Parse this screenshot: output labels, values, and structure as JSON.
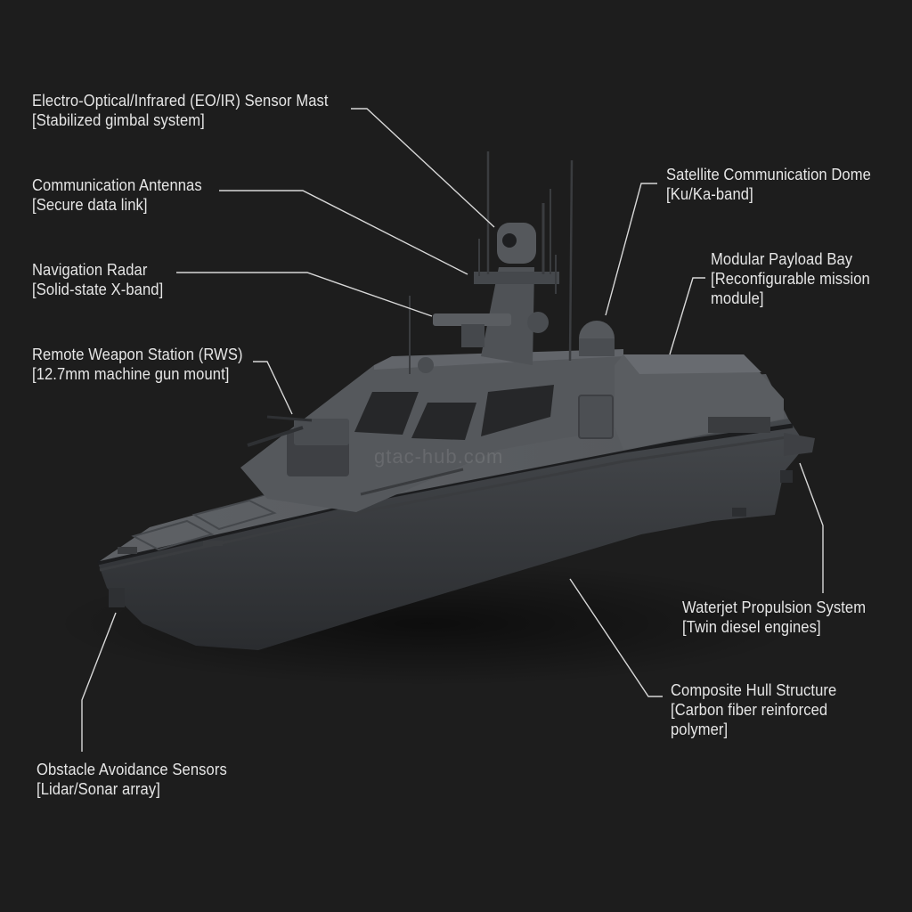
{
  "colors": {
    "background": "#1d1d1d",
    "hull": "#4b4e52",
    "hull_dark": "#2f3134",
    "deck": "#5b5e62",
    "text": "#e6e6e6",
    "leader": "#d8d8d8"
  },
  "callouts": [
    {
      "id": "eoir",
      "title": "Electro-Optical/Infrared (EO/IR) Sensor Mast",
      "detail": "[Stabilized gimbal system]"
    },
    {
      "id": "antennas",
      "title": "Communication Antennas",
      "detail": "[Secure data link]"
    },
    {
      "id": "radar",
      "title": "Navigation Radar",
      "detail": "[Solid-state X-band]"
    },
    {
      "id": "rws",
      "title": "Remote Weapon Station (RWS)",
      "detail": "[12.7mm machine gun mount]"
    },
    {
      "id": "satcom",
      "title": "Satellite Communication Dome",
      "detail": "[Ku/Ka-band]"
    },
    {
      "id": "payload",
      "title": "Modular Payload Bay",
      "detail": "[Reconfigurable mission",
      "detail2": "module]"
    },
    {
      "id": "waterjet",
      "title": "Waterjet Propulsion System",
      "detail": "[Twin diesel engines]"
    },
    {
      "id": "hull",
      "title": "Composite Hull Structure",
      "detail": "[Carbon fiber reinforced",
      "detail2": "polymer]"
    },
    {
      "id": "obstacle",
      "title": "Obstacle Avoidance Sensors",
      "detail": "[Lidar/Sonar array]"
    }
  ],
  "watermark": "gtac-hub.com"
}
